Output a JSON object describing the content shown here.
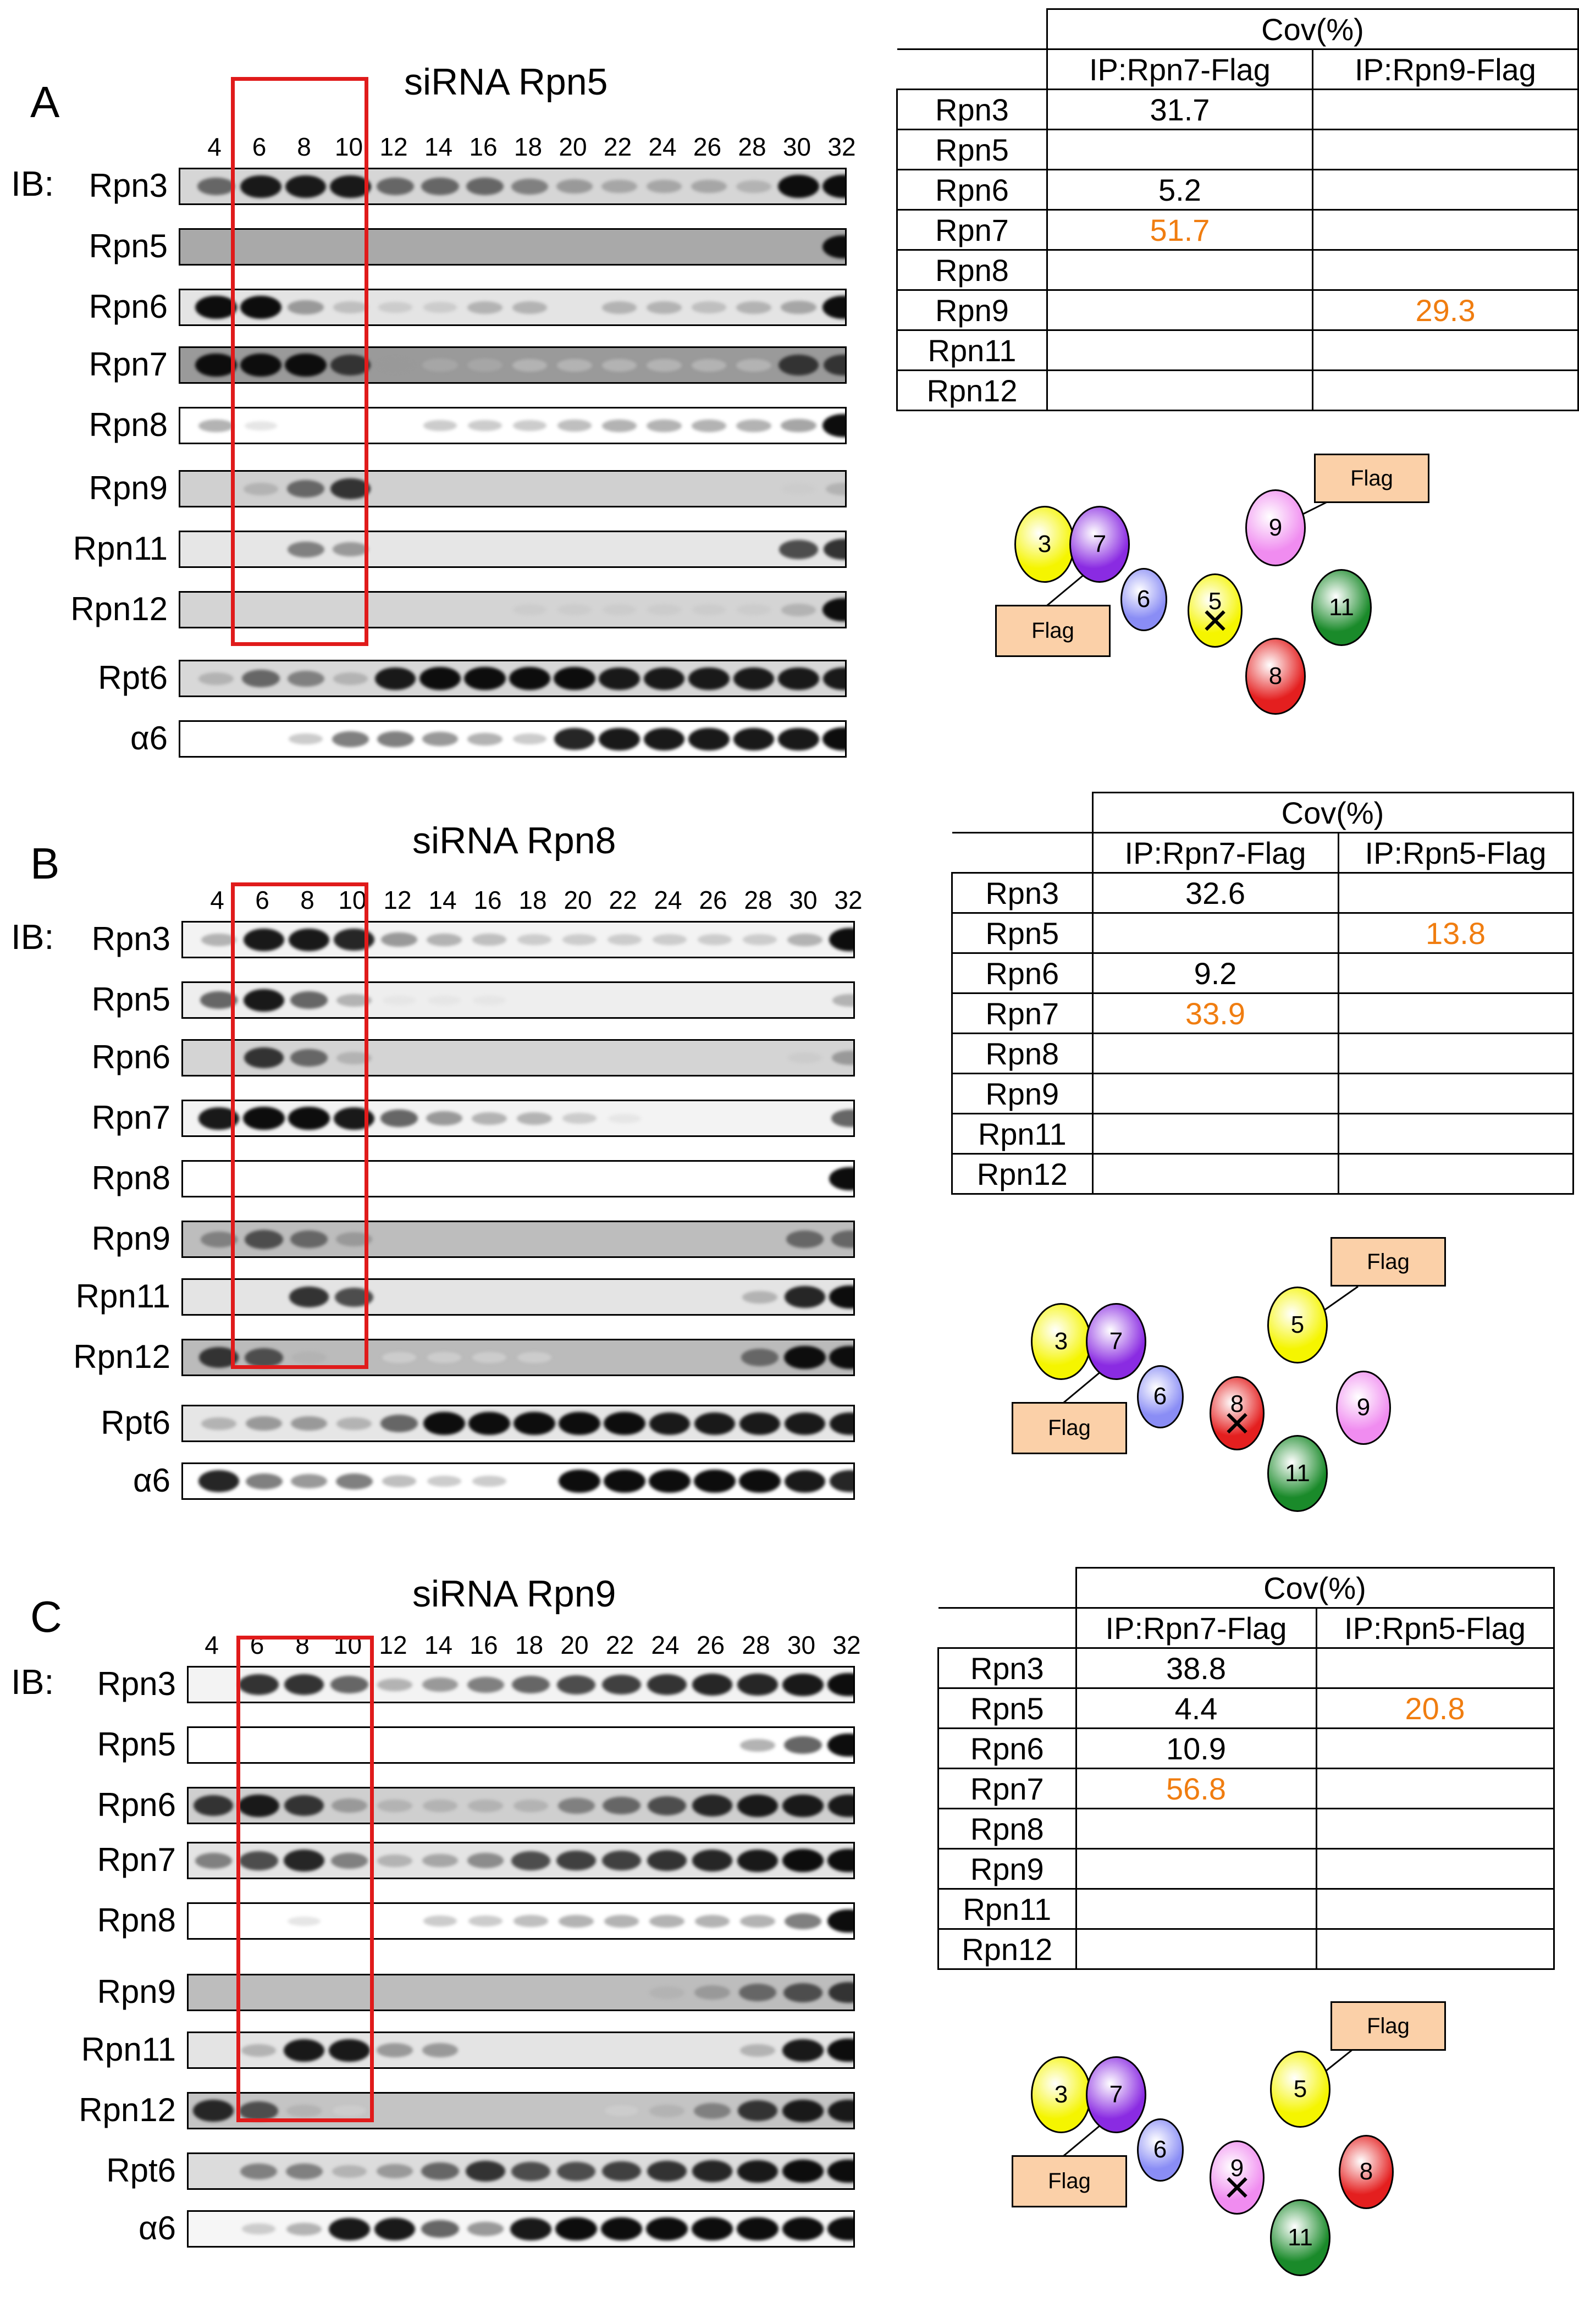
{
  "ib_label": "IB:",
  "fractions": [
    "4",
    "6",
    "8",
    "10",
    "12",
    "14",
    "16",
    "18",
    "20",
    "22",
    "24",
    "26",
    "28",
    "30",
    "32"
  ],
  "colors": {
    "highlight": "#f07d10",
    "box": "#e01b1b",
    "yellow": "#f5f500",
    "purple": "#8a2be2",
    "blue": "#8a8df5",
    "pink": "#f08cf0",
    "green": "#1a8a2a",
    "red": "#e41f1f",
    "flag": "#fbd0a8"
  },
  "panels": [
    {
      "letter": "A",
      "title": "siRNA Rpn5",
      "blots": [
        "Rpn3",
        "Rpn5",
        "Rpn6",
        "Rpn7",
        "Rpn8",
        "Rpn9",
        "Rpn11",
        "Rpn12",
        "Rpt6",
        "α6"
      ],
      "table": {
        "header": "Cov(%)",
        "col1": "IP:Rpn7-Flag",
        "col2": "IP:Rpn9-Flag",
        "rows": [
          {
            "name": "Rpn3",
            "c1": "31.7",
            "c2": ""
          },
          {
            "name": "Rpn5",
            "c1": "",
            "c2": ""
          },
          {
            "name": "Rpn6",
            "c1": "5.2",
            "c2": ""
          },
          {
            "name": "Rpn7",
            "c1": "51.7",
            "c2": ""
          },
          {
            "name": "Rpn8",
            "c1": "",
            "c2": ""
          },
          {
            "name": "Rpn9",
            "c1": "",
            "c2": "29.3"
          },
          {
            "name": "Rpn11",
            "c1": "",
            "c2": ""
          },
          {
            "name": "Rpn12",
            "c1": "",
            "c2": ""
          }
        ]
      },
      "diagram": {
        "flag": "Flag",
        "knockdown": "5"
      }
    },
    {
      "letter": "B",
      "title": "siRNA Rpn8",
      "blots": [
        "Rpn3",
        "Rpn5",
        "Rpn6",
        "Rpn7",
        "Rpn8",
        "Rpn9",
        "Rpn11",
        "Rpn12",
        "Rpt6",
        "α6"
      ],
      "table": {
        "header": "Cov(%)",
        "col1": "IP:Rpn7-Flag",
        "col2": "IP:Rpn5-Flag",
        "rows": [
          {
            "name": "Rpn3",
            "c1": "32.6",
            "c2": ""
          },
          {
            "name": "Rpn5",
            "c1": "",
            "c2": "13.8"
          },
          {
            "name": "Rpn6",
            "c1": "9.2",
            "c2": ""
          },
          {
            "name": "Rpn7",
            "c1": "33.9",
            "c2": ""
          },
          {
            "name": "Rpn8",
            "c1": "",
            "c2": ""
          },
          {
            "name": "Rpn9",
            "c1": "",
            "c2": ""
          },
          {
            "name": "Rpn11",
            "c1": "",
            "c2": ""
          },
          {
            "name": "Rpn12",
            "c1": "",
            "c2": ""
          }
        ]
      },
      "diagram": {
        "flag": "Flag",
        "knockdown": "8"
      }
    },
    {
      "letter": "C",
      "title": "siRNA Rpn9",
      "blots": [
        "Rpn3",
        "Rpn5",
        "Rpn6",
        "Rpn7",
        "Rpn8",
        "Rpn9",
        "Rpn11",
        "Rpn12",
        "Rpt6",
        "α6"
      ],
      "table": {
        "header": "Cov(%)",
        "col1": "IP:Rpn7-Flag",
        "col2": "IP:Rpn5-Flag",
        "rows": [
          {
            "name": "Rpn3",
            "c1": "38.8",
            "c2": ""
          },
          {
            "name": "Rpn5",
            "c1": "4.4",
            "c2": "20.8"
          },
          {
            "name": "Rpn6",
            "c1": "10.9",
            "c2": ""
          },
          {
            "name": "Rpn7",
            "c1": "56.8",
            "c2": ""
          },
          {
            "name": "Rpn8",
            "c1": "",
            "c2": ""
          },
          {
            "name": "Rpn9",
            "c1": "",
            "c2": ""
          },
          {
            "name": "Rpn11",
            "c1": "",
            "c2": ""
          },
          {
            "name": "Rpn12",
            "c1": "",
            "c2": ""
          }
        ]
      },
      "diagram": {
        "flag": "Flag",
        "knockdown": "9"
      }
    }
  ],
  "highlighted_cells": [
    {
      "panel": 0,
      "row": 3,
      "col": "c1"
    },
    {
      "panel": 0,
      "row": 5,
      "col": "c2"
    },
    {
      "panel": 1,
      "row": 1,
      "col": "c2"
    },
    {
      "panel": 1,
      "row": 3,
      "col": "c1"
    },
    {
      "panel": 2,
      "row": 1,
      "col": "c2"
    },
    {
      "panel": 2,
      "row": 3,
      "col": "c1"
    }
  ]
}
